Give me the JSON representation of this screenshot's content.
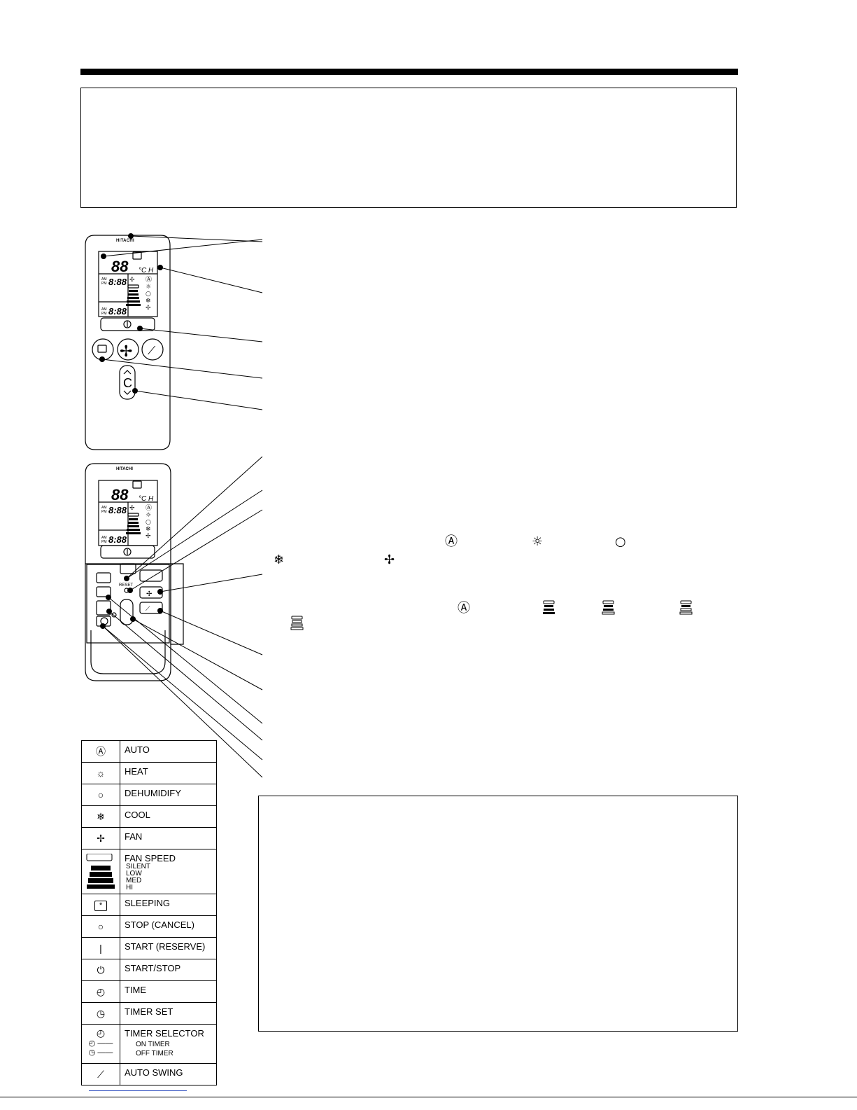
{
  "remote": {
    "brand": "HITACHI",
    "lcd_temp": "88",
    "lcd_unit": "°C H",
    "reset_label": "RESET"
  },
  "legend": [
    {
      "icon": "auto-mode-icon",
      "glyph": "Ⓐ",
      "label": "AUTO"
    },
    {
      "icon": "heat-icon",
      "glyph": "☼",
      "label": "HEAT"
    },
    {
      "icon": "dehumidify-icon",
      "glyph": "○",
      "label": "DEHUMIDIFY"
    },
    {
      "icon": "cool-icon",
      "glyph": "❄",
      "label": "COOL"
    },
    {
      "icon": "fan-icon",
      "glyph": "✢",
      "label": "FAN"
    },
    {
      "icon": "fan-speed-icon",
      "glyph": "",
      "label": "FAN SPEED",
      "sublabels": [
        "SILENT",
        "LOW",
        "MED",
        "HI"
      ]
    },
    {
      "icon": "sleeping-icon",
      "glyph": "*",
      "label": "SLEEPING"
    },
    {
      "icon": "stop-icon",
      "glyph": "○",
      "label": "STOP (CANCEL)"
    },
    {
      "icon": "start-icon",
      "glyph": "|",
      "label": "START (RESERVE)"
    },
    {
      "icon": "start-stop-icon",
      "glyph": "⏻",
      "label": "START/STOP"
    },
    {
      "icon": "time-icon",
      "glyph": "◴",
      "label": "TIME"
    },
    {
      "icon": "timer-set-icon",
      "glyph": "◷",
      "label": "TIMER SET"
    },
    {
      "icon": "timer-selector-icon",
      "glyph": "◴",
      "label": "TIMER SELECTOR",
      "sublabels": [
        "ON TIMER",
        "OFF TIMER"
      ]
    },
    {
      "icon": "auto-swing-icon",
      "glyph": "⟋",
      "label": "AUTO SWING"
    }
  ],
  "colors": {
    "ink": "#000000",
    "link": "#3050c0"
  }
}
